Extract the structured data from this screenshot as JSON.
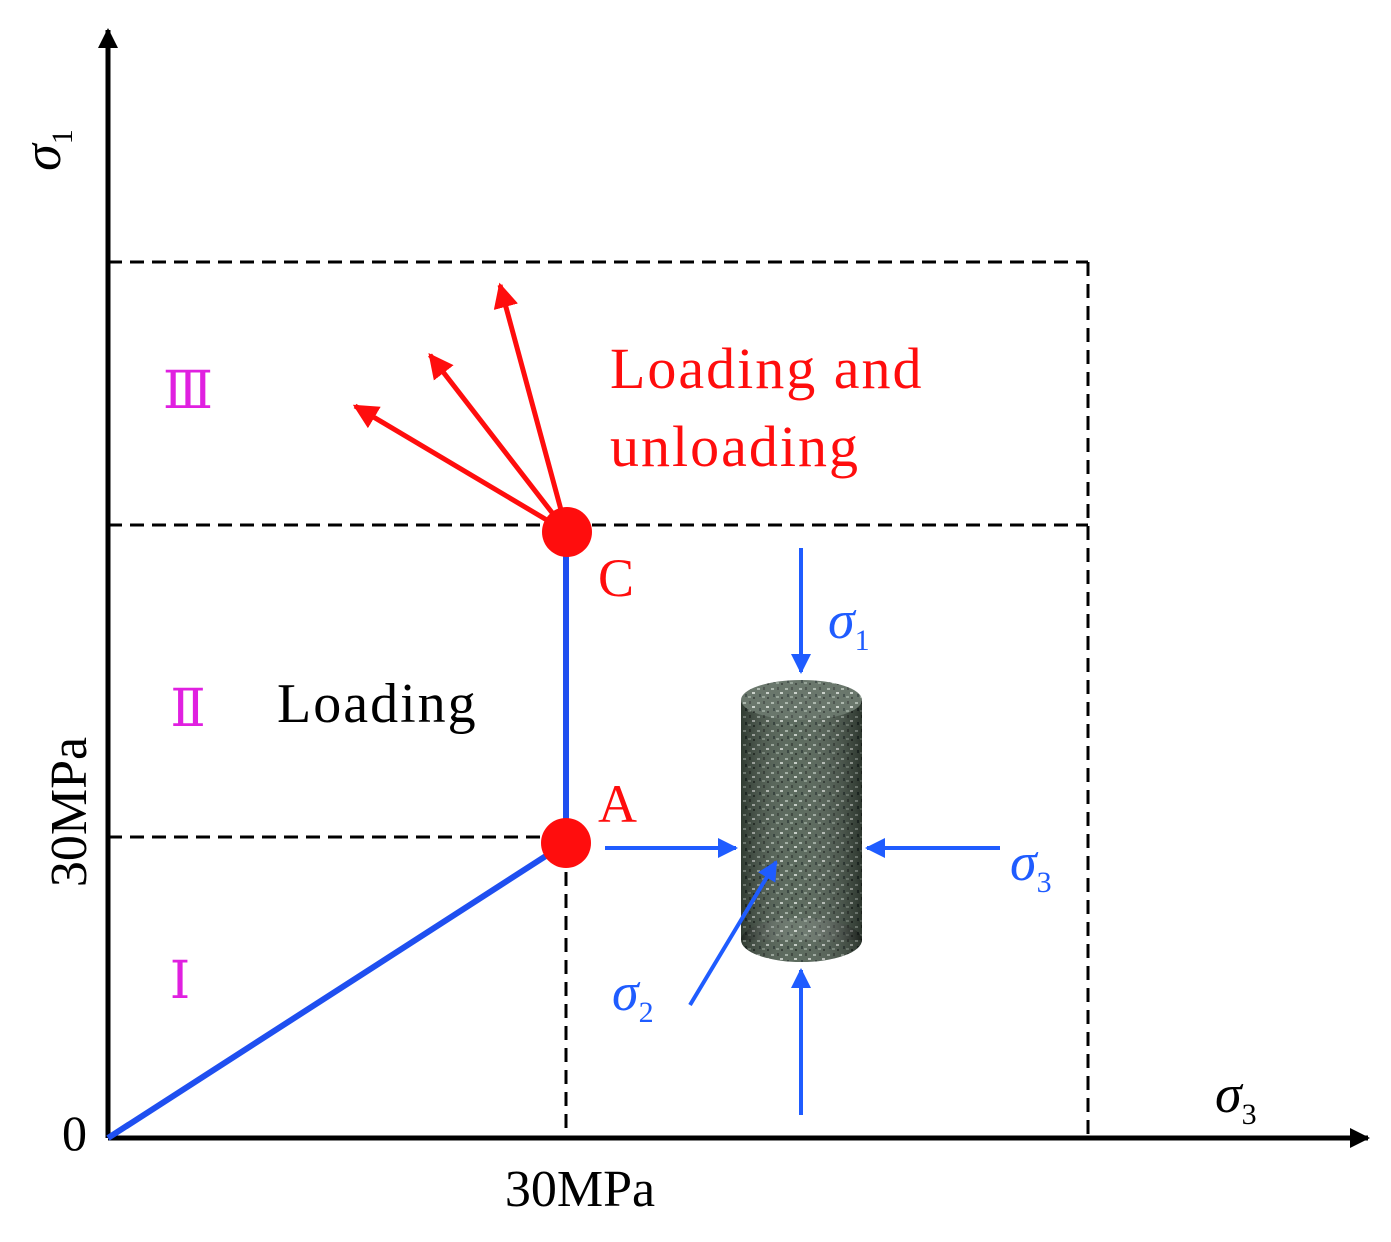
{
  "axes": {
    "y_symbol": "σ",
    "y_subscript": "1",
    "x_symbol": "σ",
    "x_subscript": "3",
    "origin_label": "0",
    "x_tick_label": "30MPa",
    "y_tick_label": "30MPa"
  },
  "regions": [
    {
      "numeral": "Ⅰ",
      "description": ""
    },
    {
      "numeral": "Ⅱ",
      "description": "Loading"
    },
    {
      "numeral": "Ⅲ",
      "description_lines": [
        "Loading and",
        "unloading"
      ]
    }
  ],
  "points": {
    "a": "A",
    "c": "C"
  },
  "specimen_stresses": {
    "s1_symbol": "σ",
    "s1_subscript": "1",
    "s2_symbol": "σ",
    "s2_subscript": "2",
    "s3_symbol": "σ",
    "s3_subscript": "3"
  },
  "colors": {
    "axis": "#000000",
    "grid": "#000000",
    "path": "#1f4ff0",
    "stress_arrows": "#1f5cff",
    "unload_arrows": "#ff0d0d",
    "point": "#ff0d0d",
    "region_numeral": "#e020e0",
    "specimen": "#3a4a3e"
  },
  "icons": {
    "specimen": "rock-cylinder-specimen"
  }
}
